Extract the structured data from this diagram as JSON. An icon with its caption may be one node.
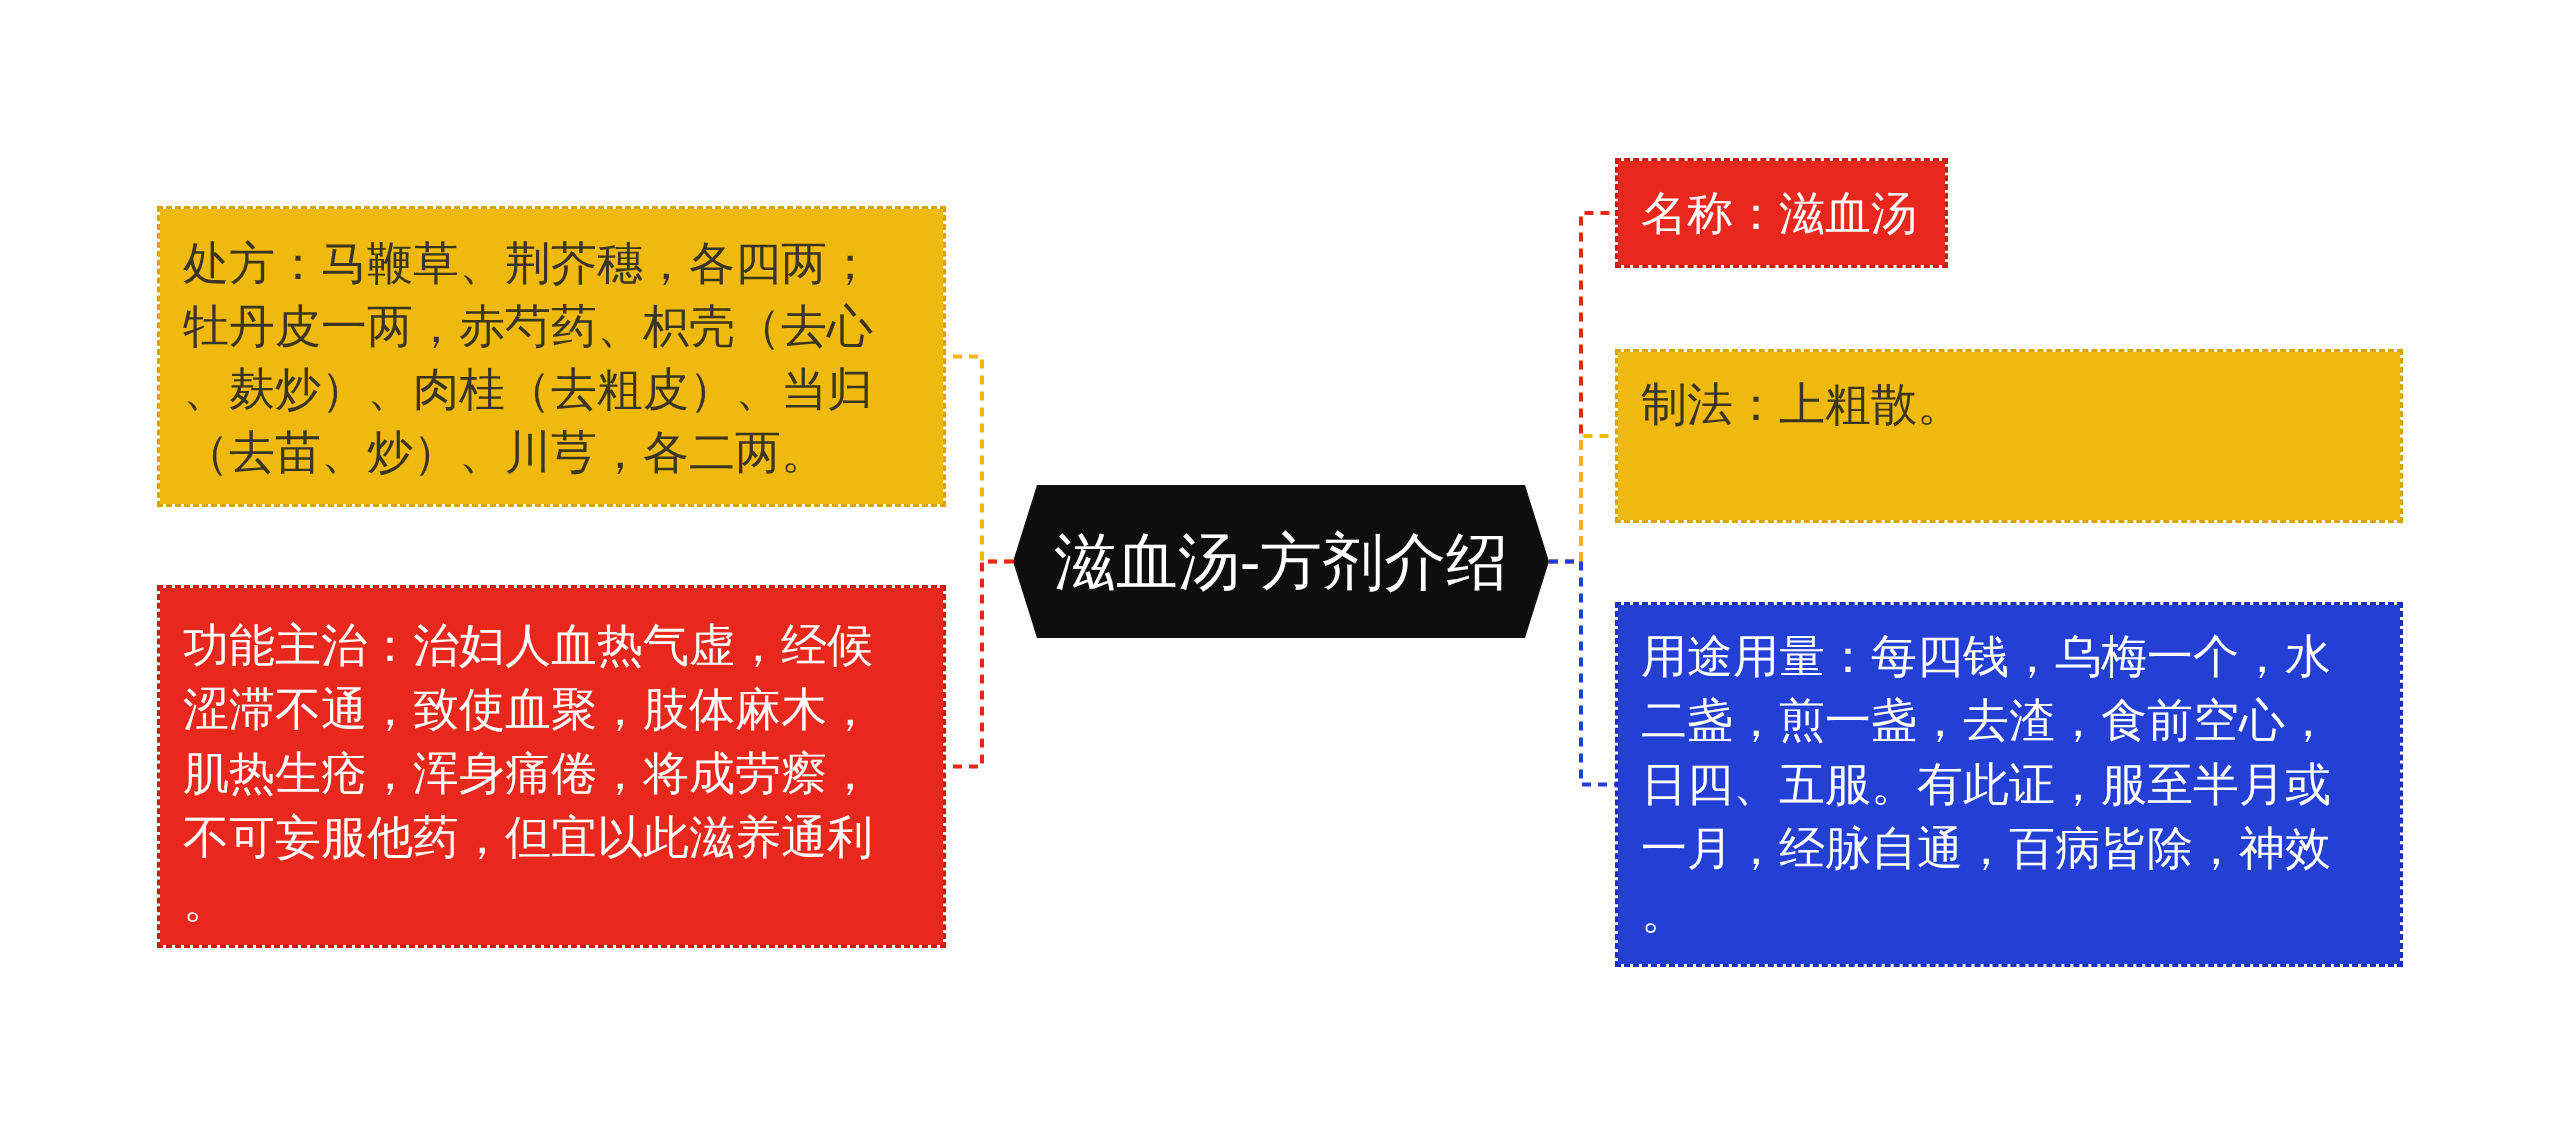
{
  "diagram": {
    "nodes": [
      {
        "text": [
          "滋血汤-方剂介绍"
        ]
      },
      {
        "text": [
          "处方：马鞭草、荆芥穗，各四两；牡丹皮一两，赤芍药、枳壳（去心、麸炒）、肉桂（去粗皮）、当归（去苗、炒）、川芎，各二两。"
        ]
      },
      {
        "text": [
          "功能主治：治妇人血热气虚，经候涩滞不通，致使血聚，肢体麻木，肌热生疮，浑身痛倦，将成劳瘵，不可妄服他药，但宜以此滋养通利。"
        ]
      },
      {
        "text": [
          "名称：滋血汤"
        ]
      },
      {
        "text": [
          "制法：上粗散。"
        ]
      },
      {
        "text": [
          "用途用量：每四钱，乌梅一个，水二盏，煎一盏，去渣，食前空心，日四、五服。有此证，服至半月或一月，经脉自通，百病皆除，神效。"
        ]
      }
    ],
    "edges": [
      {
        "from": 0,
        "to": 1,
        "arrow": "none",
        "style": "dashed",
        "color": "#efb90d"
      },
      {
        "from": 0,
        "to": 2,
        "arrow": "none",
        "style": "dashed",
        "color": "#e8281c"
      },
      {
        "from": 0,
        "to": 3,
        "arrow": "none",
        "style": "dashed",
        "color": "#e8281c"
      },
      {
        "from": 0,
        "to": 4,
        "arrow": "none",
        "style": "dashed",
        "color": "#efb90d"
      },
      {
        "from": 0,
        "to": 5,
        "arrow": "none",
        "style": "dashed",
        "color": "#2440d4"
      }
    ]
  }
}
